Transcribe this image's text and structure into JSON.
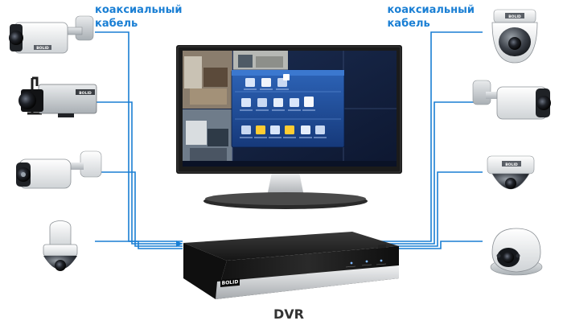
{
  "labels": {
    "left_cable_line1": "коаксиальный",
    "left_cable_line2": "кабель",
    "right_cable_line1": "коаксиальный",
    "right_cable_line2": "кабель",
    "dvr": "DVR"
  },
  "dvr_brand": "BOLID",
  "camera_brand": "BOLID",
  "colors": {
    "cable": "#1a7fd4",
    "label": "#1a7fd4",
    "dvr_body": "#1e1e1e",
    "monitor_bezel": "#1b1b1b",
    "menu_panel": "#1f4e9a"
  },
  "cameras_left": [
    "bullet-camera",
    "box-camera",
    "bullet-camera",
    "ptz-dome-camera"
  ],
  "cameras_right": [
    "dome-camera",
    "bullet-camera",
    "mini-dome-camera",
    "turret-camera"
  ]
}
